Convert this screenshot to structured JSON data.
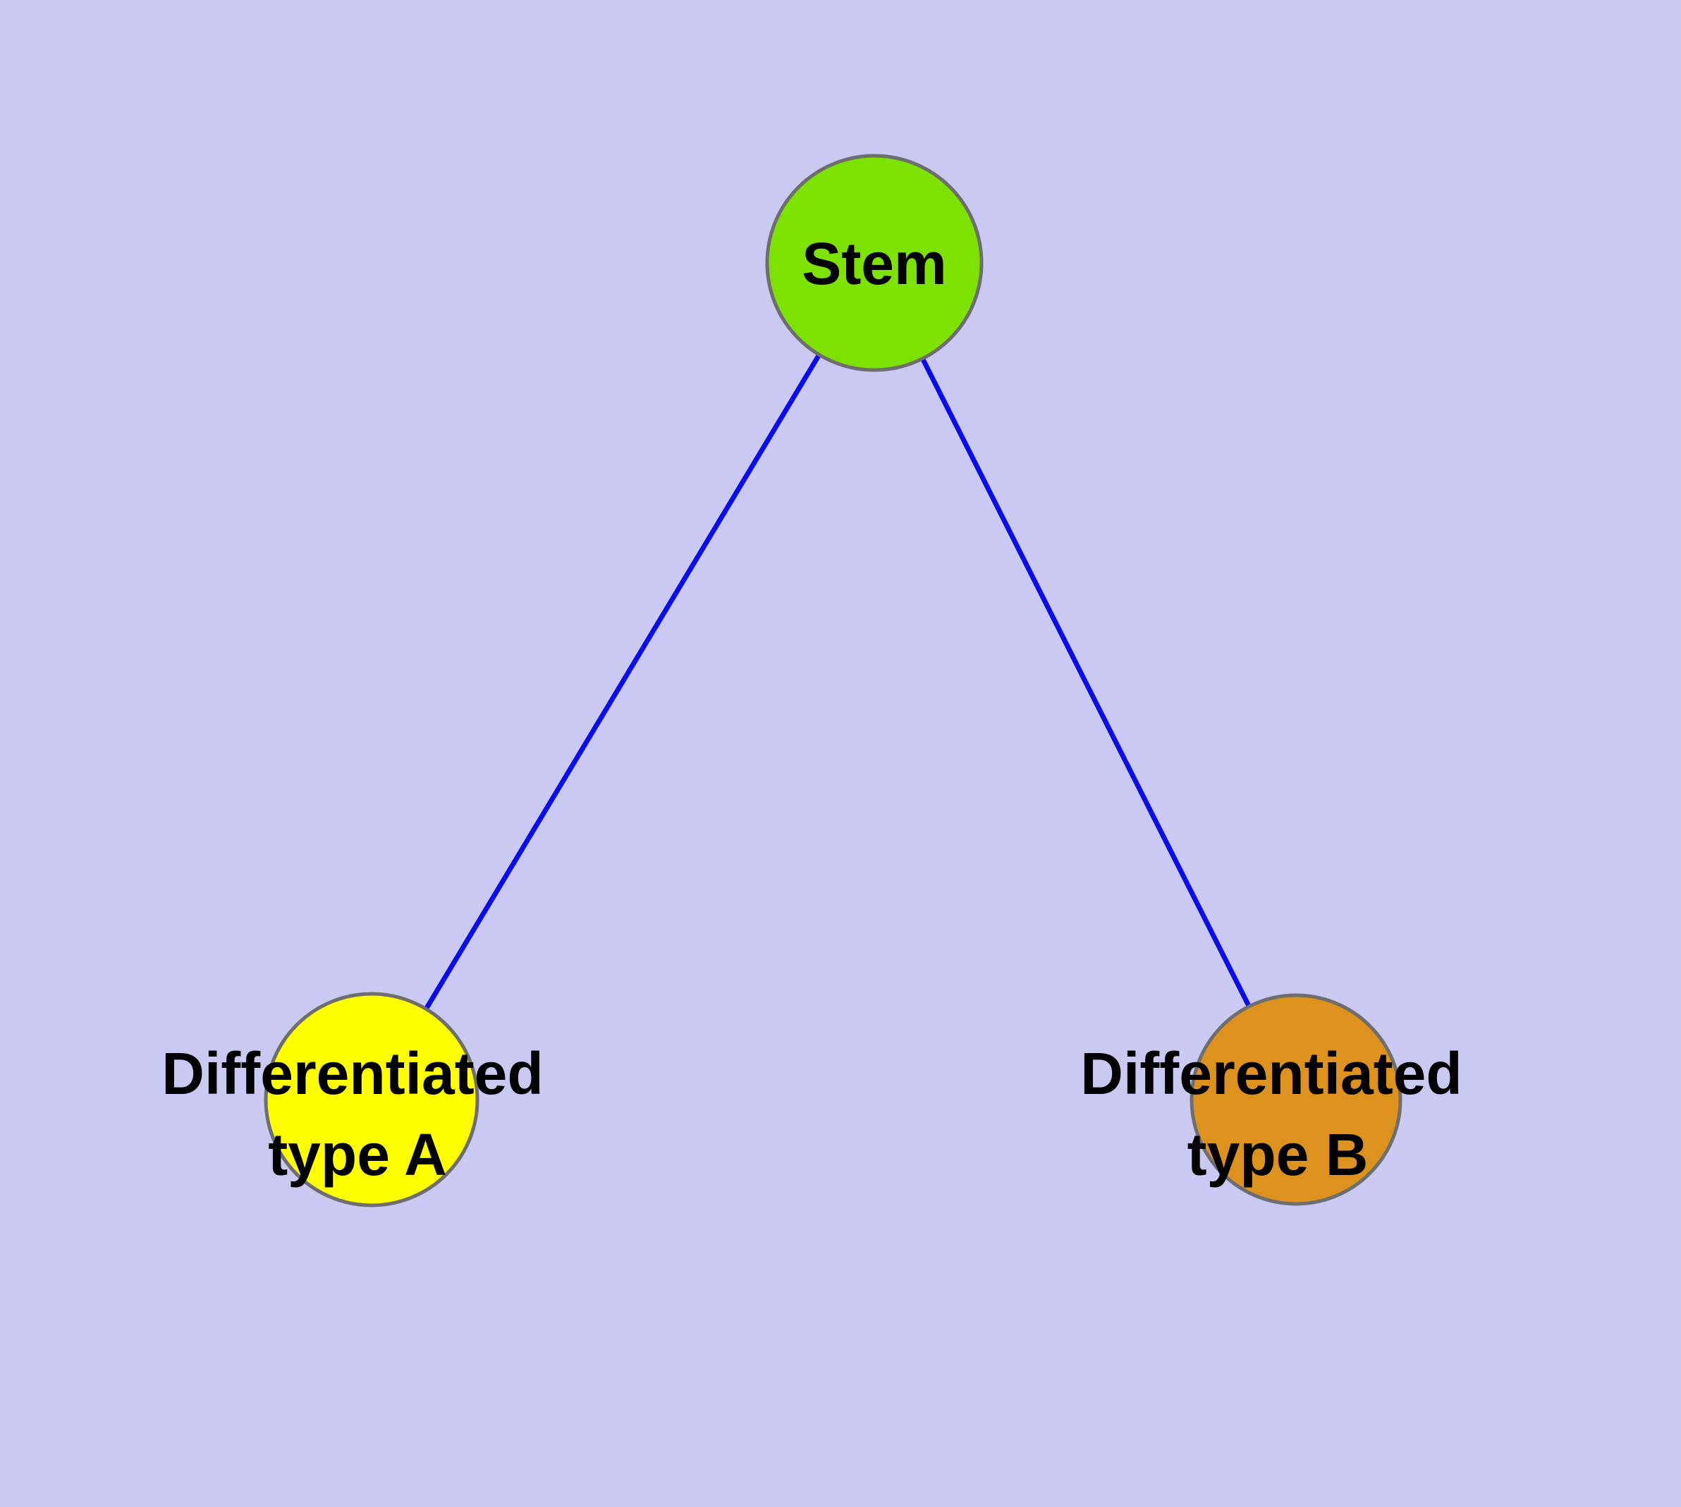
{
  "diagram": {
    "background_color": "#c9c9f2",
    "edge_color": "#0a0aee",
    "node_border_color": "#6e6e6e",
    "nodes": [
      {
        "id": "stem",
        "label": "Stem",
        "color": "#7de200"
      },
      {
        "id": "differentiated-type-a",
        "label": "Differentiated type A",
        "label_line1": "Differentiated",
        "label_line2": "type A",
        "color": "#ffff00"
      },
      {
        "id": "differentiated-type-b",
        "label": "Differentiated type B",
        "label_line1": "Differentiated",
        "label_line2": "type B",
        "color": "#dc921d"
      }
    ],
    "edges": [
      {
        "from": "Stem",
        "to": "Differentiated type A"
      },
      {
        "from": "Stem",
        "to": "Differentiated type B"
      }
    ]
  }
}
